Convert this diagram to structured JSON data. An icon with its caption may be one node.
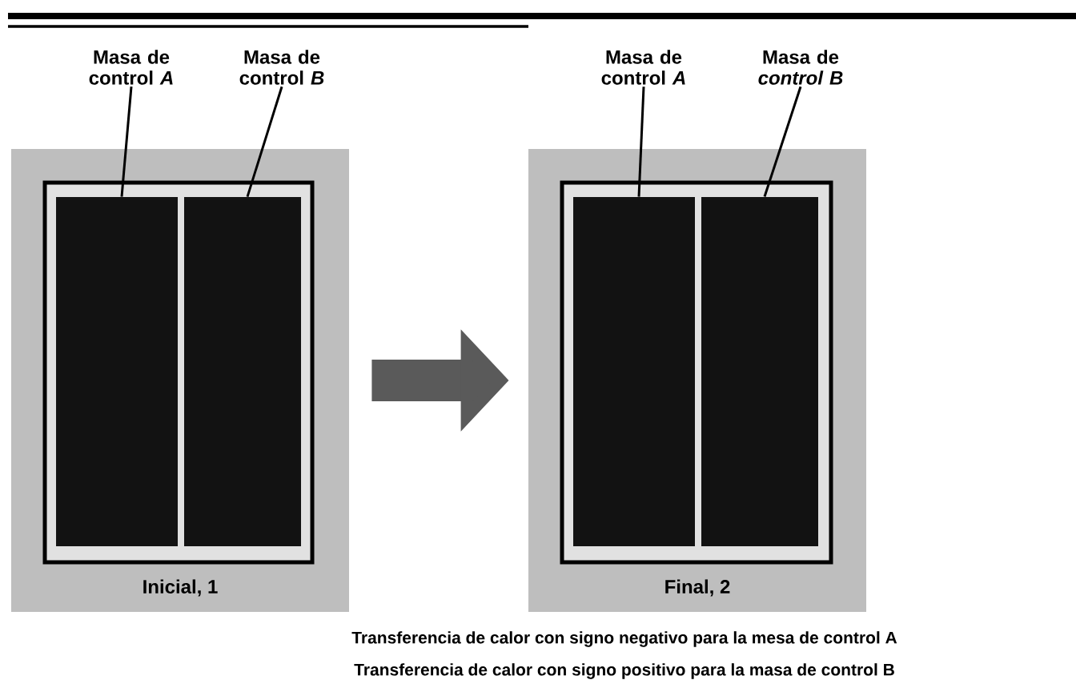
{
  "diagram": {
    "nodes": [
      {
        "text": [
          "Masa de control *A*"
        ]
      },
      {
        "text": [
          "Masa de control *B*"
        ]
      },
      {
        "text": [
          "Inicial, 1"
        ]
      },
      {
        "text": [],
        "shape": "box",
        "in": 2
      },
      {
        "text": [],
        "shape": "box",
        "in": 2
      },
      {
        "text": [
          "Masa de control *A*"
        ]
      },
      {
        "text": [
          "Masa de *control B*"
        ]
      },
      {
        "text": [
          "Final, 2"
        ]
      },
      {
        "text": [],
        "shape": "box",
        "in": 7
      },
      {
        "text": [],
        "shape": "box",
        "in": 7
      }
    ],
    "edges": [
      {
        "from": 0,
        "to": 3,
        "arrow": "none"
      },
      {
        "from": 1,
        "to": 4,
        "arrow": "none"
      },
      {
        "from": 5,
        "to": 8,
        "arrow": "none"
      },
      {
        "from": 6,
        "to": 9,
        "arrow": "none"
      },
      {
        "from": 2,
        "to": 7,
        "arrow": "to",
        "style": "thick",
        "color": "#5a5a5a"
      }
    ],
    "labels": [
      "Transferencia de calor con signo **negativo** para la mesa de control A",
      "Transferencia de calor con signo positivo para la masa de control B"
    ]
  }
}
